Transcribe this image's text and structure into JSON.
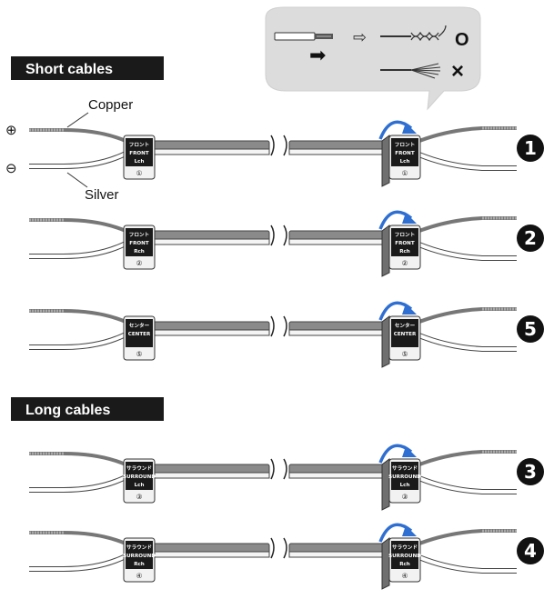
{
  "sections": {
    "short": "Short cables",
    "long": "Long cables"
  },
  "polarity": {
    "plus_symbol": "⊕",
    "minus_symbol": "⊖",
    "copper_label": "Copper",
    "silver_label": "Silver"
  },
  "callout": {
    "correct_symbol": "O",
    "wrong_symbol": "×"
  },
  "cables": [
    {
      "number": "1",
      "tag_jp": "フロント",
      "tag_en": "FRONT",
      "tag_ch": "Lch",
      "tag_circled": "①"
    },
    {
      "number": "2",
      "tag_jp": "フロント",
      "tag_en": "FRONT",
      "tag_ch": "Rch",
      "tag_circled": "②"
    },
    {
      "number": "5",
      "tag_jp": "センター",
      "tag_en": "CENTER",
      "tag_ch": "",
      "tag_circled": "⑤"
    },
    {
      "number": "3",
      "tag_jp": "サラウンド",
      "tag_en": "SURROUND",
      "tag_ch": "Lch",
      "tag_circled": "③"
    },
    {
      "number": "4",
      "tag_jp": "サラウンド",
      "tag_en": "SURROUND",
      "tag_ch": "Rch",
      "tag_circled": "④"
    }
  ],
  "colors": {
    "copper_wire": "#8a8a8a",
    "silver_wire": "#ffffff",
    "header_bg": "#1a1a1a",
    "bubble_bg": "#dcdcdc",
    "arrow_blue": "#2f6fd1"
  }
}
